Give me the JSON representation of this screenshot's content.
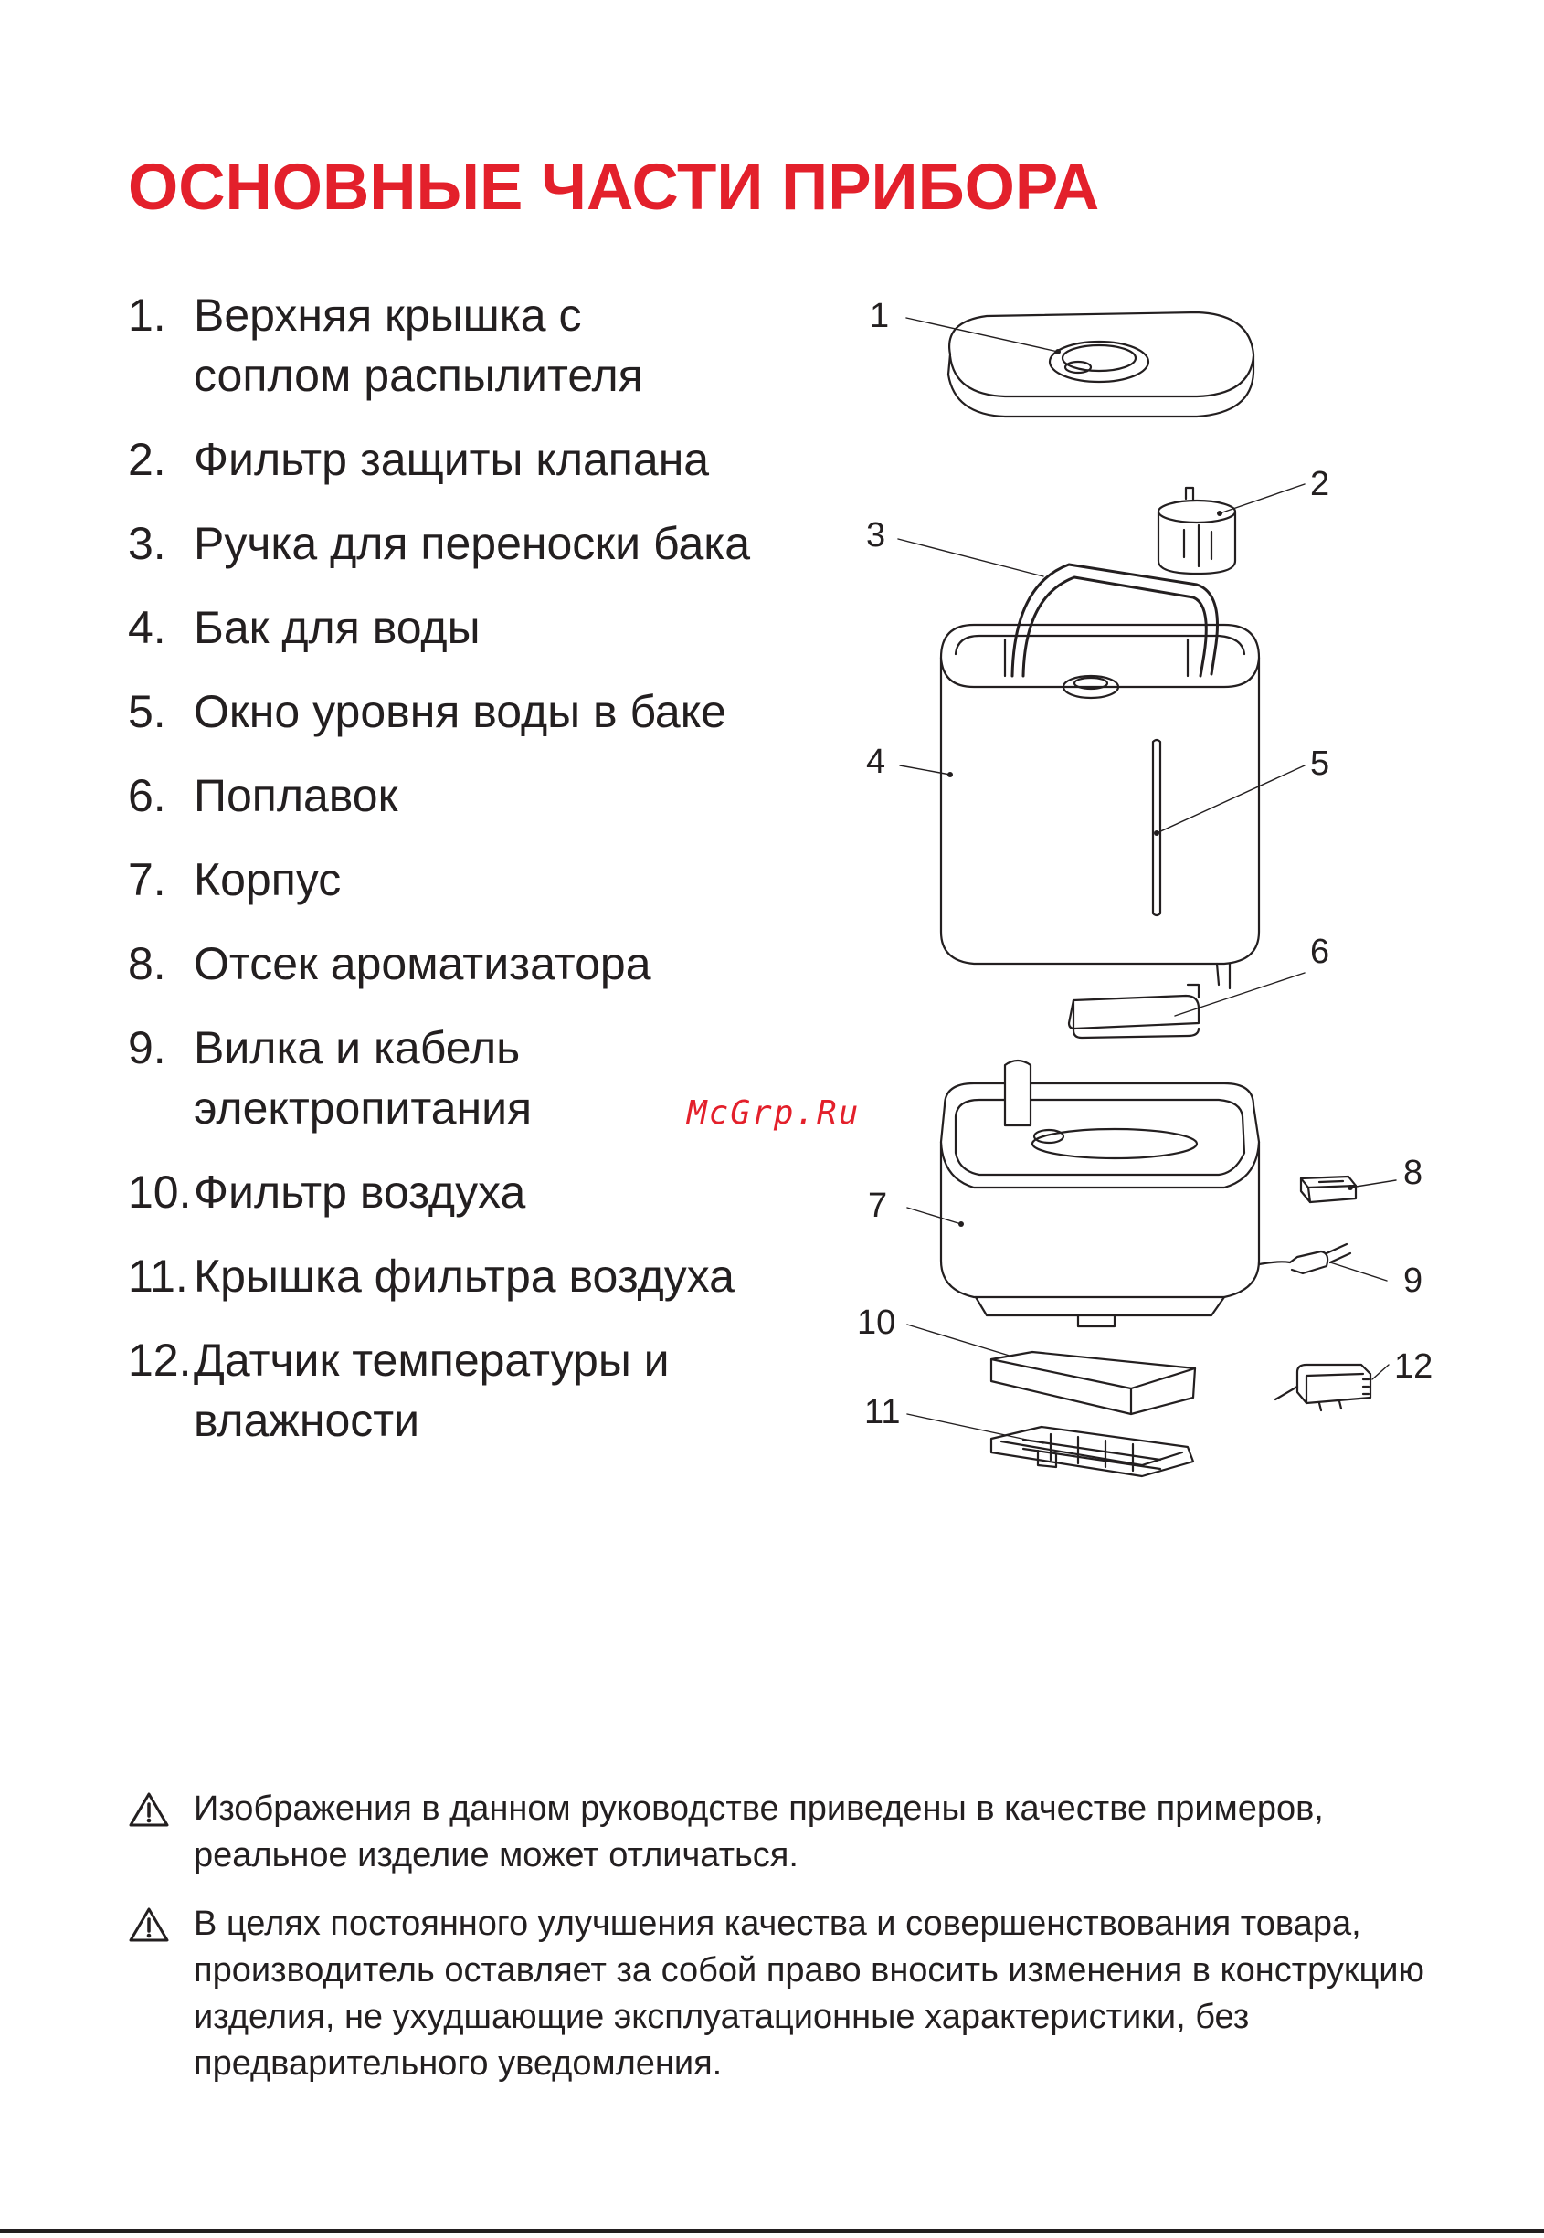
{
  "title": "ОСНОВНЫЕ ЧАСТИ ПРИБОРА",
  "parts": [
    {
      "num": "1.",
      "text": "Верхняя крышка с соплом распылителя"
    },
    {
      "num": "2.",
      "text": "Фильтр защиты клапана"
    },
    {
      "num": "3.",
      "text": "Ручка для переноски бака"
    },
    {
      "num": "4.",
      "text": "Бак для воды"
    },
    {
      "num": "5.",
      "text": "Окно уровня воды в баке"
    },
    {
      "num": "6.",
      "text": "Поплавок"
    },
    {
      "num": "7.",
      "text": "Корпус"
    },
    {
      "num": "8.",
      "text": "Отсек ароматизатора"
    },
    {
      "num": "9.",
      "text": "Вилка и кабель электропитания"
    },
    {
      "num": "10.",
      "text": "Фильтр воздуха"
    },
    {
      "num": "11.",
      "text": "Крышка фильтра воздуха"
    },
    {
      "num": "12.",
      "text": "Датчик температуры и влажности"
    }
  ],
  "callouts": [
    "1",
    "2",
    "3",
    "4",
    "5",
    "6",
    "7",
    "8",
    "9",
    "10",
    "11",
    "12"
  ],
  "watermark": "McGrp.Ru",
  "notes": [
    {
      "icon": "warning-icon",
      "text": "Изображения в данном руководстве приведены в качестве примеров, реальное изделие может отличаться."
    },
    {
      "icon": "warning-icon",
      "text": "В целях постоянного улучшения качества и совершенствования товара, производитель оставляет за собой право вносить изменения в конструкцию изделия, не ухудшающие эксплуатационные характеристики, без предварительного уведомления."
    }
  ],
  "colors": {
    "accent": "#e3202b",
    "text": "#231f20"
  }
}
